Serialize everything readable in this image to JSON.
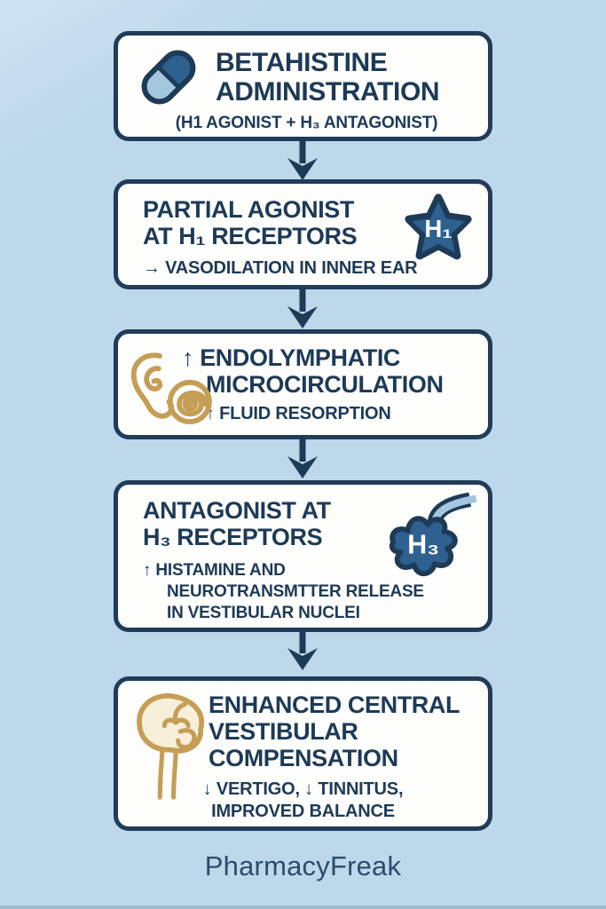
{
  "page": {
    "footer": "PharmacyFreak",
    "colors": {
      "background": "#bdd8ea",
      "navy_text": "#1d3a57",
      "box_border": "#203c59",
      "box_background": "#fdfdfb",
      "receptor_blue": "#2e6090",
      "pill_light_blue": "#a4c7de",
      "gold": "#c59e55",
      "brain_cream": "#f8efda"
    }
  },
  "steps": [
    {
      "name": "betahistine-administration",
      "icon": "pill-icon",
      "title_line1": "BETAHISTINE",
      "title_line2": "ADMINISTRATION",
      "subtitle": "(H1 AGONIST + H₃ ANTAGONIST)"
    },
    {
      "name": "partial-agonist-h1-receptors",
      "icon": "h1-receptor-star-icon",
      "icon_label": "H₁",
      "title_line1": "PARTIAL AGONIST",
      "title_line2": "AT H₁ RECEPTORS",
      "sub_line1": "→ VASODILATION IN INNER EAR"
    },
    {
      "name": "endolymphatic-microcirculation",
      "icon": "inner-ear-cochlea-icon",
      "title_line1": "↑ ENDOLYMPHATIC",
      "title_line2": "MICROCIRCULATION",
      "sub_line1": "↑ FLUID RESORPTION"
    },
    {
      "name": "antagonist-h3-receptors",
      "icon": "h3-receptor-neuron-icon",
      "icon_label": "H₃",
      "title_line1": "ANTAGONIST AT",
      "title_line2": "H₃ RECEPTORS",
      "sub_line1": "↑ HISTAMINE AND",
      "sub_line2": "NEUROTRANSMTTER RELEASE",
      "sub_line3": "IN VESTIBULAR NUCLEI"
    },
    {
      "name": "enhanced-central-vestibular-compensation",
      "icon": "brain-icon",
      "title_line1": "ENHANCED CENTRAL",
      "title_line2": "VESTIBULAR",
      "title_line3": "COMPENSATION",
      "sub_line1": "↓ VERTIGO,  ↓ TINNITUS,",
      "sub_line2": "IMPROVED BALANCE"
    }
  ]
}
